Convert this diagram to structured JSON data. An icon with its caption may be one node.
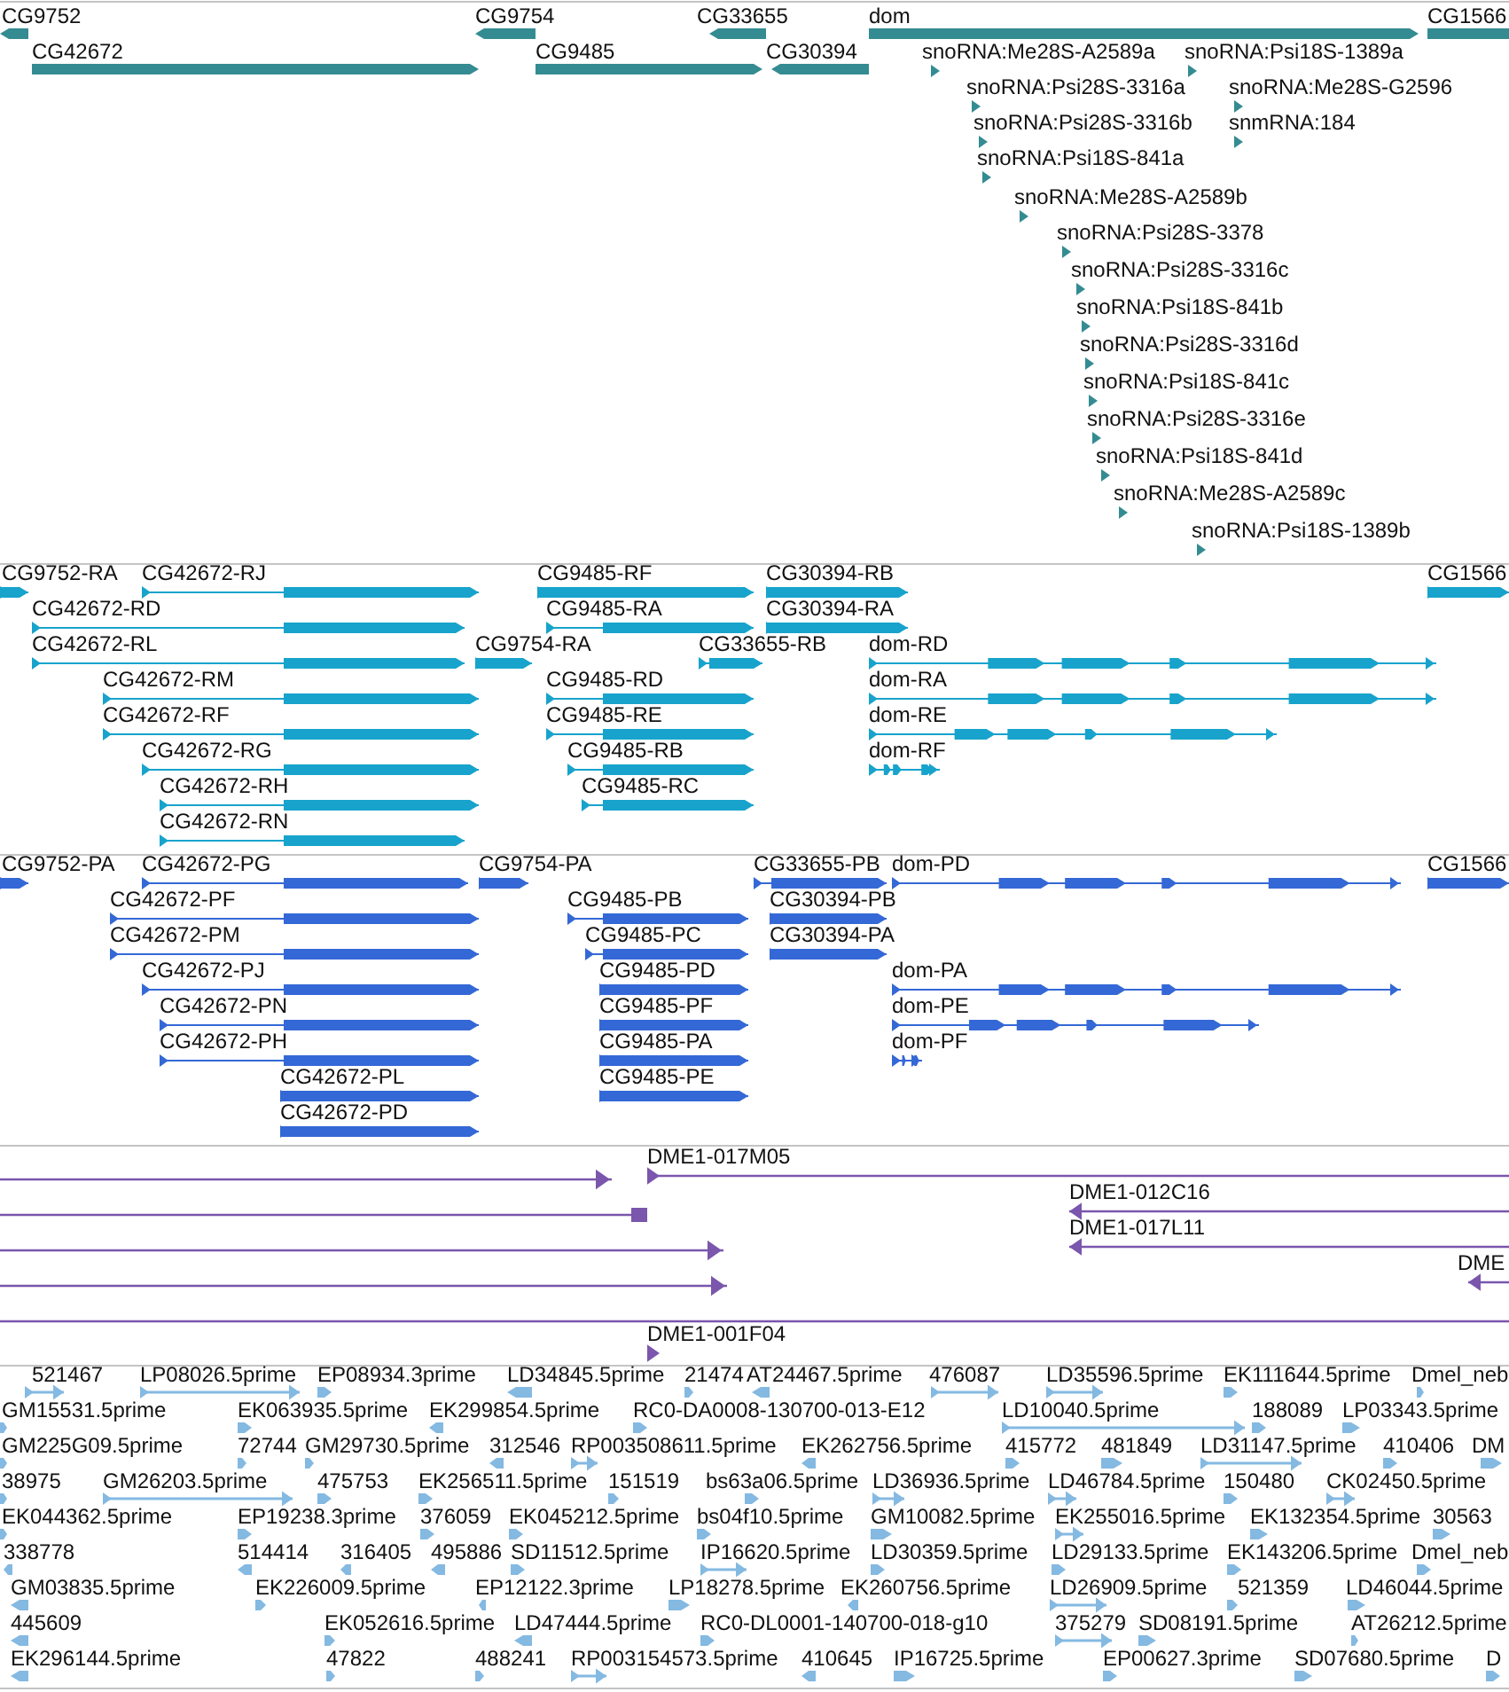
{
  "diagram": {
    "labels": [
      "CG9752",
      "CG9754",
      "CG33655",
      "dom",
      "CG1566",
      "CG42672",
      "CG9485",
      "CG30394",
      "snoRNA:Me28S-A2589a",
      "snoRNA:Psi18S-1389a",
      "snoRNA:Psi28S-3316a",
      "snoRNA:Me28S-G2596",
      "snoRNA:Psi28S-3316b",
      "snmRNA:184",
      "snoRNA:Psi18S-841a",
      "snoRNA:Me28S-A2589b",
      "snoRNA:Psi28S-3378",
      "snoRNA:Psi28S-3316c",
      "snoRNA:Psi18S-841b",
      "snoRNA:Psi28S-3316d",
      "snoRNA:Psi18S-841c",
      "snoRNA:Psi28S-3316e",
      "snoRNA:Psi18S-841d",
      "snoRNA:Me28S-A2589c",
      "snoRNA:Psi18S-1389b",
      "CG9752-RA",
      "CG42672-RJ",
      "CG9485-RF",
      "CG30394-RB",
      "CG1566",
      "CG42672-RD",
      "CG9485-RA",
      "CG30394-RA",
      "CG42672-RL",
      "CG9754-RA",
      "CG33655-RB",
      "dom-RD",
      "CG42672-RM",
      "CG9485-RD",
      "dom-RA",
      "CG42672-RF",
      "CG9485-RE",
      "dom-RE",
      "CG42672-RG",
      "CG9485-RB",
      "dom-RF",
      "CG42672-RH",
      "CG9485-RC",
      "CG42672-RN",
      "CG9752-PA",
      "CG42672-PG",
      "CG9754-PA",
      "CG33655-PB",
      "dom-PD",
      "CG1566",
      "CG42672-PF",
      "CG9485-PB",
      "CG30394-PB",
      "CG42672-PM",
      "CG9485-PC",
      "CG30394-PA",
      "CG42672-PJ",
      "CG9485-PD",
      "dom-PA",
      "CG42672-PN",
      "CG9485-PF",
      "dom-PE",
      "CG42672-PH",
      "CG9485-PA",
      "dom-PF",
      "CG42672-PL",
      "CG9485-PE",
      "CG42672-PD",
      "DME1-017M05",
      "DME1-012C16",
      "DME1-017L11",
      "DME",
      "DME1-001F04",
      "521467",
      "LP08026.5prime",
      "EP08934.3prime",
      "LD34845.5prime",
      "21474",
      "AT24467.5prime",
      "476087",
      "LD35596.5prime",
      "EK111644.5prime",
      "Dmel_neb",
      "GM15531.5prime",
      "EK063935.5prime",
      "EK299854.5prime",
      "RC0-DA0008-130700-013-E12",
      "LD10040.5prime",
      "188089",
      "LP03343.5prime",
      "GM225G09.5prime",
      "72744",
      "GM29730.5prime",
      "312546",
      "RP003508611.5prime",
      "EK262756.5prime",
      "415772",
      "481849",
      "LD31147.5prime",
      "410406",
      "DM",
      "38975",
      "GM26203.5prime",
      "475753",
      "EK256511.5prime",
      "151519",
      "bs63a06.5prime",
      "LD36936.5prime",
      "LD46784.5prime",
      "150480",
      "CK02450.5prime",
      "EK044362.5prime",
      "EP19238.3prime",
      "376059",
      "EK045212.5prime",
      "bs04f10.5prime",
      "GM10082.5prime",
      "EK255016.5prime",
      "EK132354.5prime",
      "30563",
      "338778",
      "514414",
      "316405",
      "495886",
      "SD11512.5prime",
      "IP16620.5prime",
      "LD30359.5prime",
      "LD29133.5prime",
      "EK143206.5prime",
      "Dmel_neb",
      "GM03835.5prime",
      "EK226009.5prime",
      "EP12122.3prime",
      "LP18278.5prime",
      "EK260756.5prime",
      "LD26909.5prime",
      "521359",
      "LD46044.5prime",
      "445609",
      "EK052616.5prime",
      "LD47444.5prime",
      "RC0-DL0001-140700-018-g10",
      "375279",
      "SD08191.5prime",
      "AT26212.5prime",
      "EK296144.5prime",
      "47822",
      "488241",
      "RP003154573.5prime",
      "410645",
      "IP16725.5prime",
      "EP00627.3prime",
      "SD07680.5prime",
      "D"
    ]
  }
}
